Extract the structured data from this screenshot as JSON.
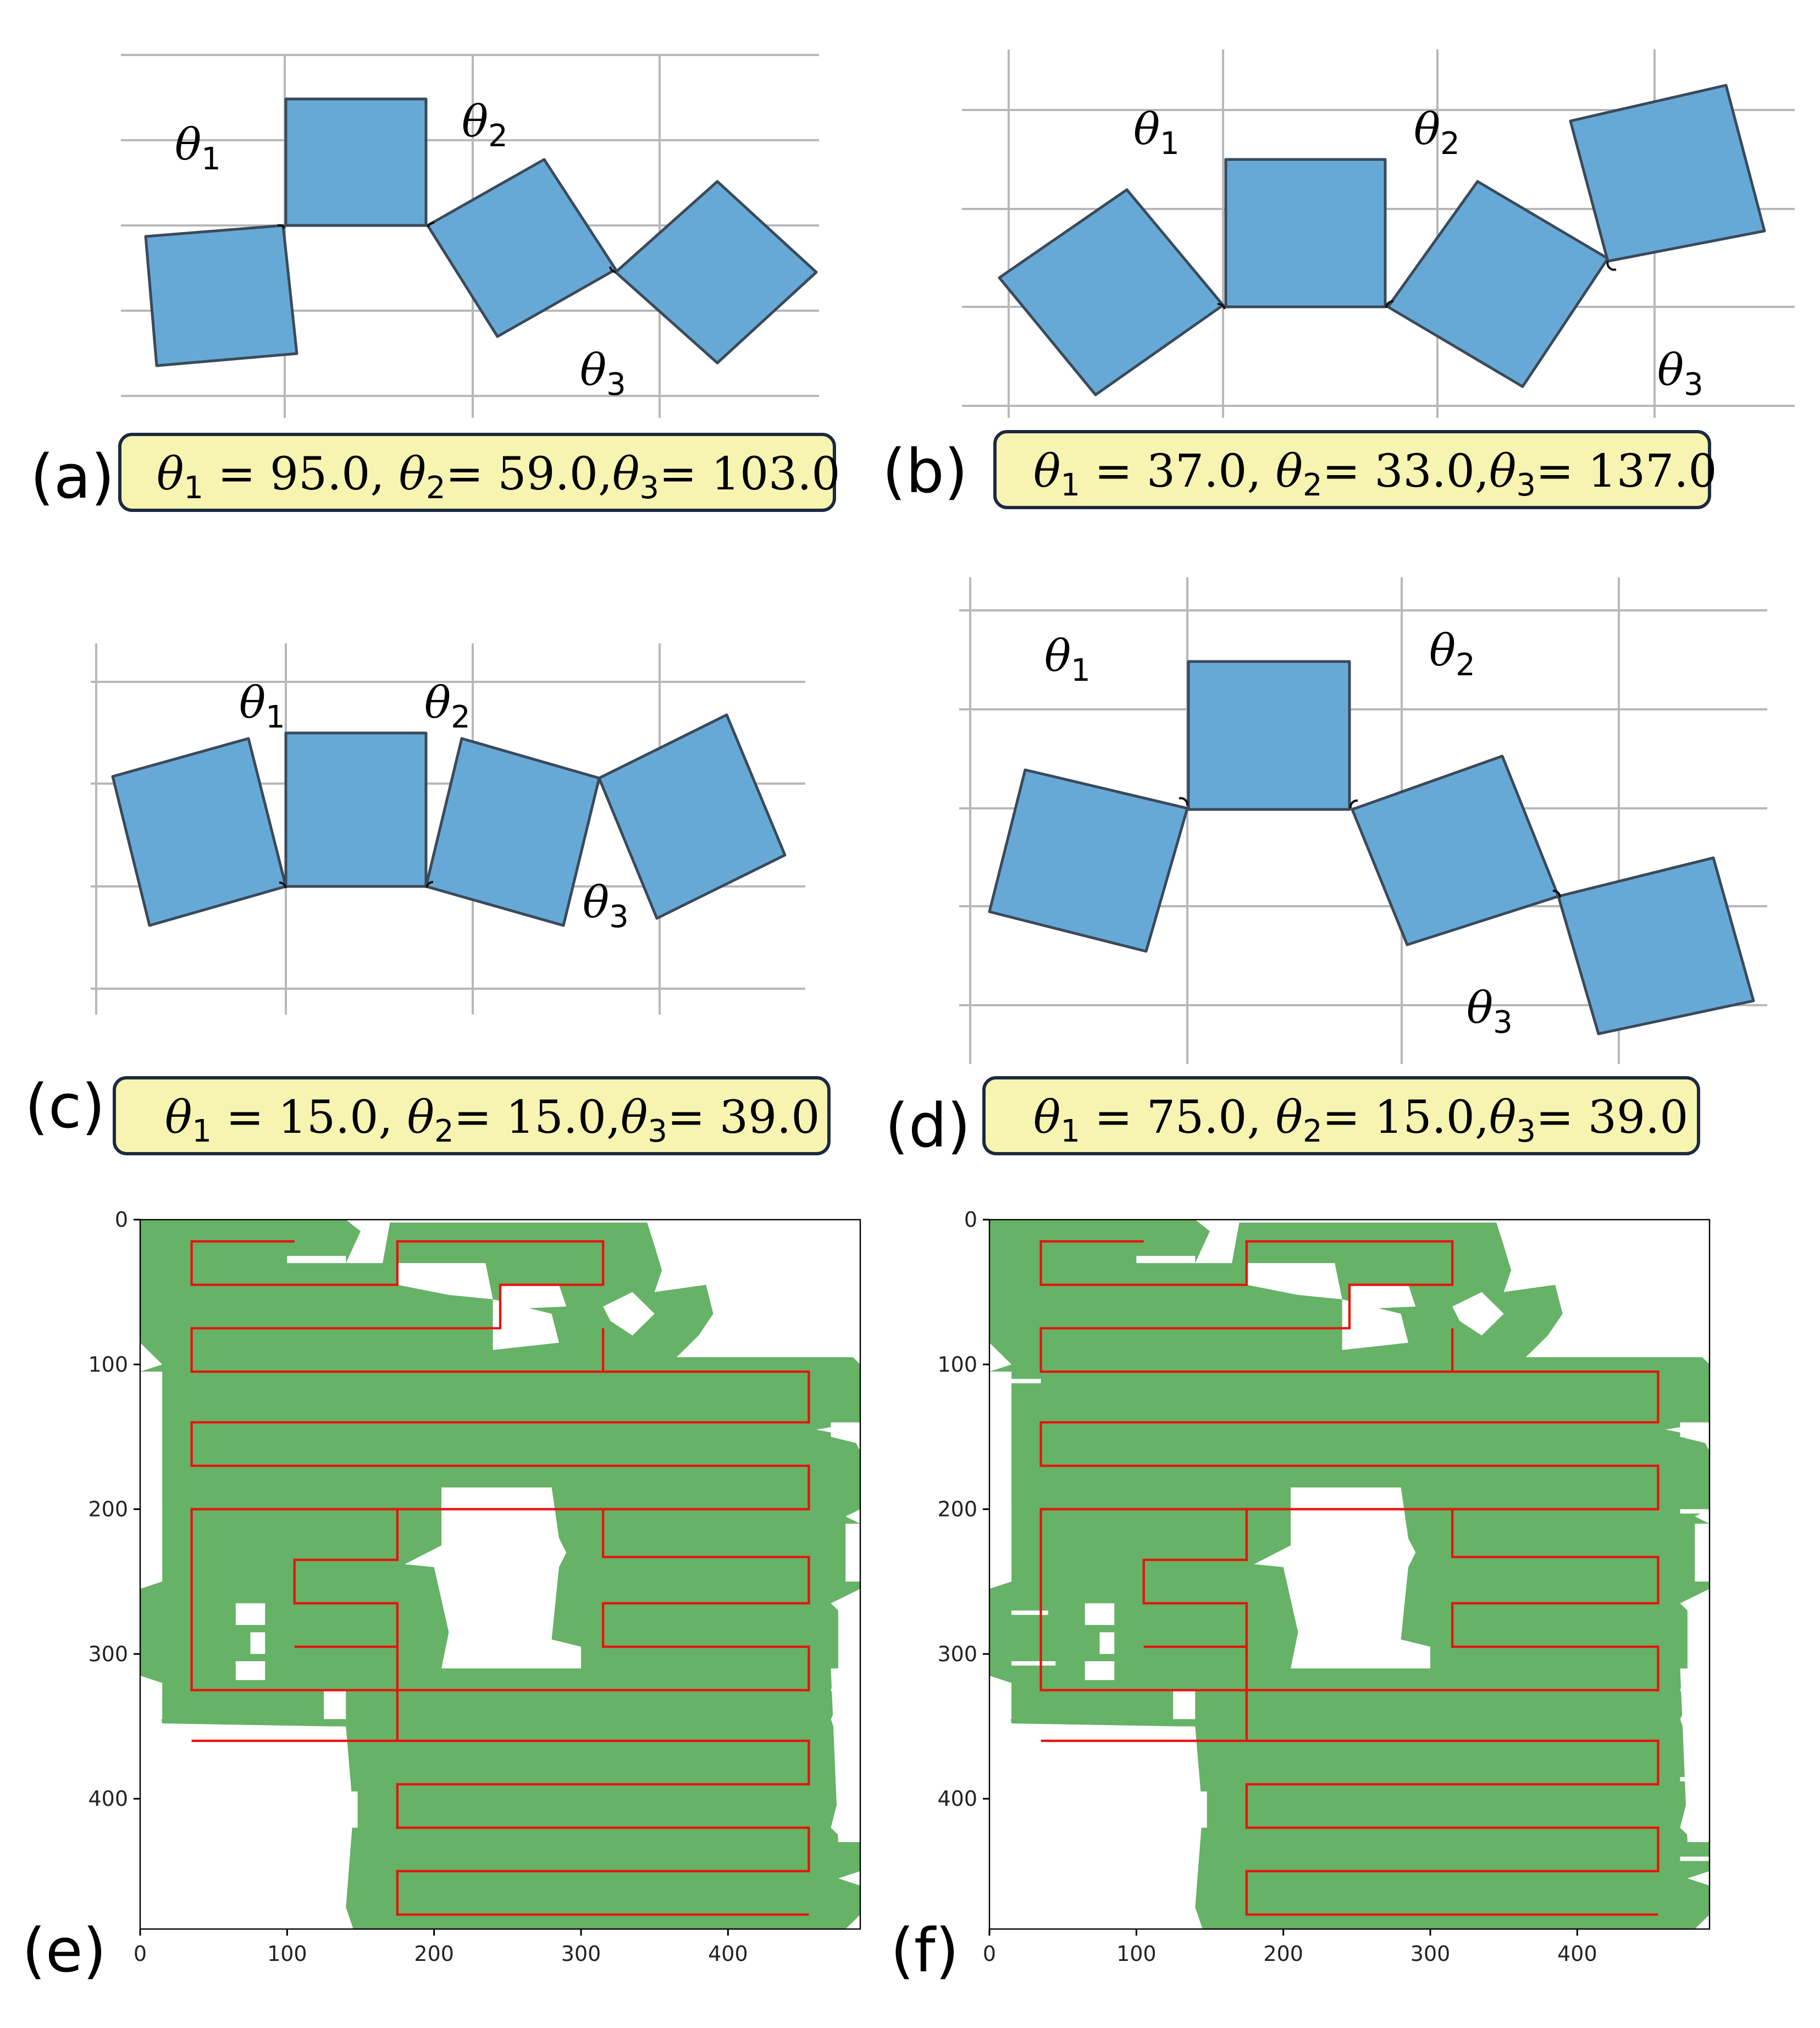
{
  "theta_symbol": "θ",
  "arm_panels": [
    {
      "label": "(a)",
      "caption": {
        "t1": "95.0",
        "t2": "59.0",
        "t3": "103.0"
      }
    },
    {
      "label": "(b)",
      "caption": {
        "t1": "37.0",
        "t2": "33.0",
        "t3": "137.0"
      }
    },
    {
      "label": "(c)",
      "caption": {
        "t1": "15.0",
        "t2": "15.0",
        "t3": "39.0"
      }
    },
    {
      "label": "(d)",
      "caption": {
        "t1": "75.0",
        "t2": "15.0",
        "t3": "39.0"
      }
    }
  ],
  "map_panels": [
    {
      "label": "(e)"
    },
    {
      "label": "(f)"
    }
  ],
  "map_axis": {
    "x_ticks": [
      0,
      100,
      200,
      300,
      400
    ],
    "y_ticks": [
      0,
      100,
      200,
      300,
      400
    ],
    "xlim": [
      0,
      490
    ],
    "ylim": [
      0,
      490
    ],
    "y_inverted": true
  },
  "colors": {
    "square_fill": "#67a9d6",
    "square_edge": "#3a4a5a",
    "grid": "#b8b8b8",
    "caption_fill": "#f6f4b0",
    "caption_edge": "#1b2a40",
    "coverage": "#66b266",
    "path": "#e8120c"
  }
}
